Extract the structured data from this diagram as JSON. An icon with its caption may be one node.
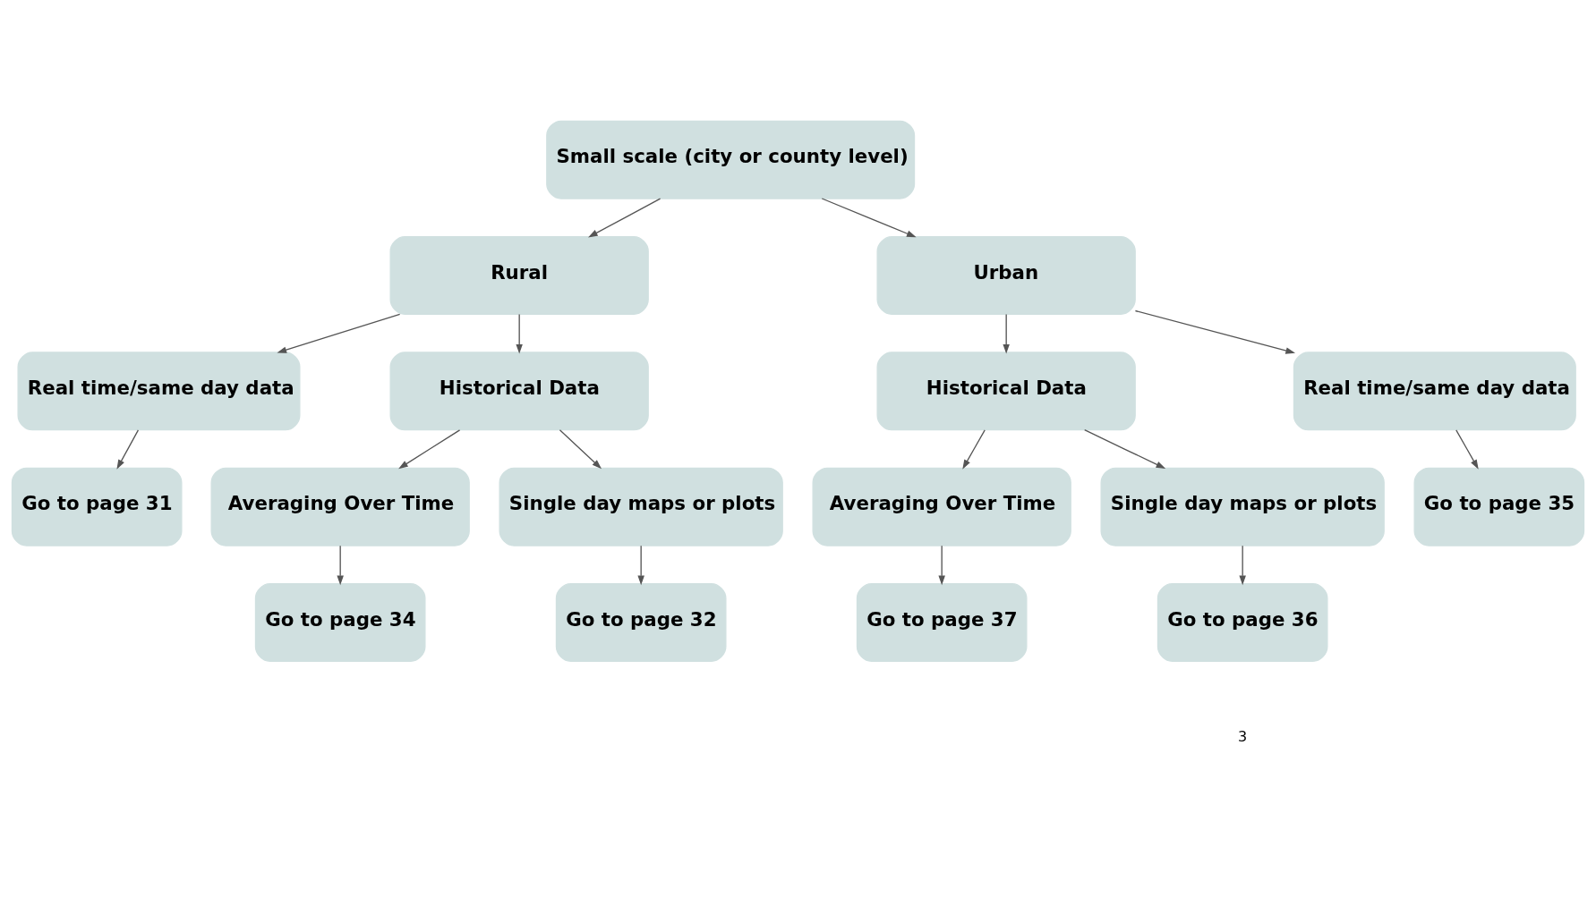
{
  "diagram": {
    "nodes": [
      {
        "text": [
          "Small scale (city or county level)"
        ]
      },
      {
        "text": [
          "Rural"
        ]
      },
      {
        "text": [
          "Urban"
        ]
      },
      {
        "text": [
          "Real time/same day data"
        ]
      },
      {
        "text": [
          "Historical Data"
        ]
      },
      {
        "text": [
          "Historical Data"
        ]
      },
      {
        "text": [
          "Real time/same day data"
        ]
      },
      {
        "text": [
          "Go to page 31"
        ]
      },
      {
        "text": [
          "Go to page 35"
        ]
      },
      {
        "text": [
          "Averaging Over Time"
        ]
      },
      {
        "text": [
          "Averaging Over Time"
        ]
      },
      {
        "text": [
          "Single day maps or plots"
        ]
      },
      {
        "text": [
          "Single day maps or plots"
        ]
      },
      {
        "text": [
          "Go to page 34"
        ]
      },
      {
        "text": [
          "Go to page 37"
        ]
      },
      {
        "text": [
          "Go to page 32"
        ]
      },
      {
        "text": [
          "Go to page 36"
        ]
      }
    ],
    "edges": [
      {
        "from": 0,
        "to": 1,
        "arrow": "to"
      },
      {
        "from": 0,
        "to": 2,
        "arrow": "to"
      },
      {
        "from": 1,
        "to": 3,
        "arrow": "to"
      },
      {
        "from": 1,
        "to": 4,
        "arrow": "to"
      },
      {
        "from": 2,
        "to": 5,
        "arrow": "to"
      },
      {
        "from": 2,
        "to": 6,
        "arrow": "to"
      },
      {
        "from": 3,
        "to": 7,
        "arrow": "to"
      },
      {
        "from": 6,
        "to": 8,
        "arrow": "to"
      },
      {
        "from": 4,
        "to": 11,
        "arrow": "to"
      },
      {
        "from": 4,
        "to": 9,
        "arrow": "to"
      },
      {
        "from": 5,
        "to": 10,
        "arrow": "to"
      },
      {
        "from": 5,
        "to": 12,
        "arrow": "to"
      },
      {
        "from": 9,
        "to": 13,
        "arrow": "to"
      },
      {
        "from": 10,
        "to": 14,
        "arrow": "to"
      },
      {
        "from": 11,
        "to": 15,
        "arrow": "to"
      },
      {
        "from": 12,
        "to": 16,
        "arrow": "to"
      }
    ],
    "labels": [
      "3"
    ]
  }
}
